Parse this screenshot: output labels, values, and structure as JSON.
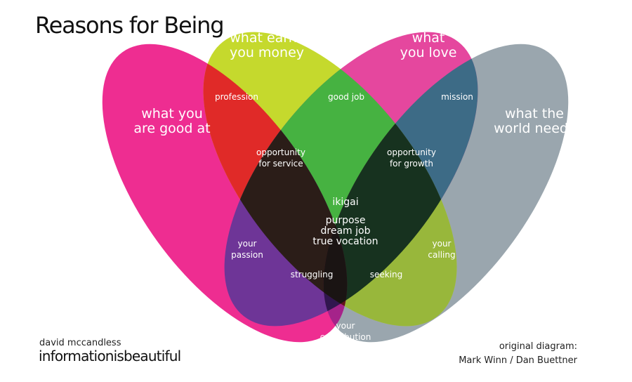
{
  "title": "Reasons for Being",
  "colors": {
    "good_at": "#ee2d91",
    "love": "#e5479e",
    "money": "#c5d92d",
    "world": "#9aa6ae",
    "profession": "#e02a28",
    "good_job": "#46b241",
    "mission": "#3d6b86",
    "service": "#2b1d18",
    "growth": "#17321f",
    "center": "#1a1413",
    "passion": "#6e3597",
    "calling": "#98b73b",
    "struggling": "#31164f",
    "seeking": "#611519",
    "contribution": "#a5238a"
  },
  "circles": {
    "good_at": [
      "what you",
      "are good at"
    ],
    "money": [
      "what earns",
      "you money"
    ],
    "love": [
      "what",
      "you love"
    ],
    "world": [
      "what the",
      "world needs"
    ]
  },
  "regions": {
    "profession": [
      "profession"
    ],
    "good_job": [
      "good job"
    ],
    "mission": [
      "mission"
    ],
    "service": [
      "opportunity",
      "for service"
    ],
    "growth": [
      "opportunity",
      "for growth"
    ],
    "passion": [
      "your",
      "passion"
    ],
    "calling": [
      "your",
      "calling"
    ],
    "struggling": [
      "struggling"
    ],
    "seeking": [
      "seeking"
    ],
    "contribution": [
      "your",
      "contribution"
    ]
  },
  "center": {
    "title": "ikigai",
    "lines": [
      "purpose",
      "dream job",
      "true vocation"
    ]
  },
  "credit": {
    "author": "david mccandless",
    "brand": "informationisbeautiful"
  },
  "source": {
    "line1": "original diagram:",
    "line2": "Mark Winn / Dan Buettner"
  }
}
